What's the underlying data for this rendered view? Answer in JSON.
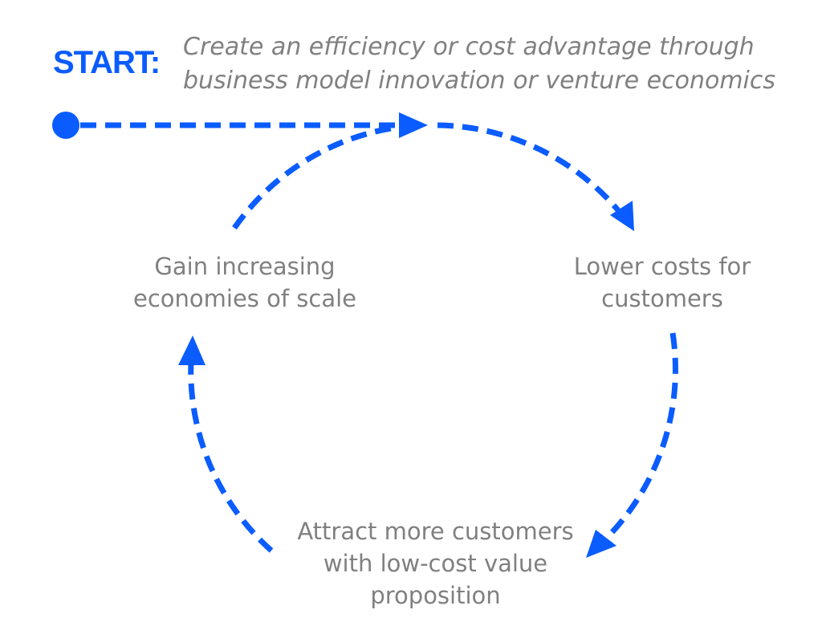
{
  "header": {
    "start_label": "START:",
    "line1": "Create an efficiency or cost advantage through",
    "line2": "business model innovation or venture economics"
  },
  "nodes": {
    "left": {
      "line1": "Gain increasing",
      "line2": "economies of scale"
    },
    "right": {
      "line1": "Lower costs for",
      "line2": "customers"
    },
    "bottom": {
      "line1": "Attract more customers",
      "line2": "with low-cost value",
      "line3": "proposition"
    }
  },
  "colors": {
    "accent": "#0a5cff",
    "text": "#808080"
  }
}
